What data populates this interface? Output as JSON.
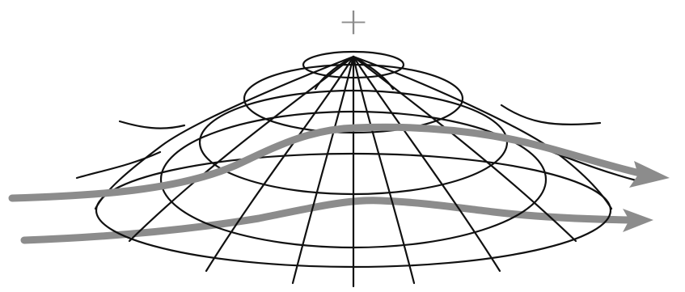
{
  "figure": {
    "charge_symbol": "+",
    "colors": {
      "background": "#ffffff",
      "grid_lines": "#111111",
      "flow_arrows": "#8c8c8c",
      "charge_symbol": "#8c8c8c"
    },
    "elements": [
      "dome-mesh",
      "flow-arrow-upper",
      "flow-arrow-lower",
      "plus-sign"
    ]
  }
}
